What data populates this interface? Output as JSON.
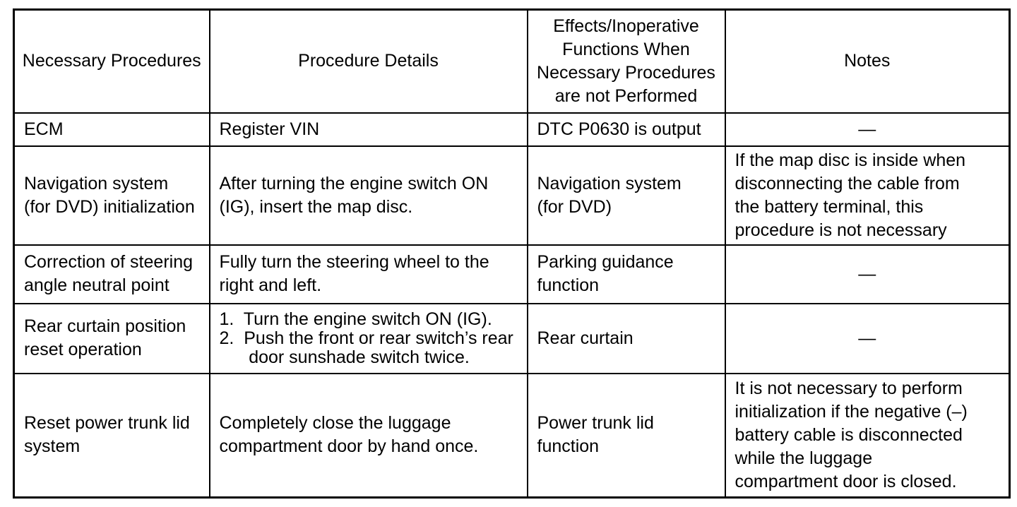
{
  "table": {
    "headers": {
      "necessary_procedures": "Necessary Procedures",
      "procedure_details": "Procedure Details",
      "effects": [
        "Effects/Inoperative",
        "Functions When",
        "Necessary Procedures",
        "are not Performed"
      ],
      "notes": "Notes"
    },
    "rows": [
      {
        "cells": [
          "ECM",
          "Register VIN",
          "DTC P0630 is output",
          "—"
        ]
      },
      {
        "cells": [
          [
            "Navigation system",
            "(for DVD) initialization"
          ],
          [
            "After turning the engine switch ON",
            "(IG), insert the map disc."
          ],
          [
            "Navigation system",
            "(for DVD)"
          ],
          [
            "If the map disc is inside when",
            "disconnecting the cable from",
            "the battery terminal, this",
            "procedure is not necessary"
          ]
        ]
      },
      {
        "cells": [
          [
            "Correction of steering",
            "angle neutral point"
          ],
          [
            "Fully turn the steering wheel to the",
            "right and left."
          ],
          [
            "Parking guidance",
            "function"
          ],
          "—"
        ]
      },
      {
        "cells": [
          [
            "Rear curtain position",
            "reset operation"
          ],
          [
            "1.  Turn the engine switch ON (IG).",
            "2.  Push the front or rear switch’s rear",
            "      door sunshade switch twice."
          ],
          "Rear curtain",
          "—"
        ]
      },
      {
        "cells": [
          [
            "Reset power trunk lid",
            "system"
          ],
          [
            "Completely close the luggage",
            "compartment door by hand once."
          ],
          [
            "Power trunk lid",
            "function"
          ],
          [
            "It is not necessary to perform",
            "initialization if the negative (–)",
            "battery cable is disconnected",
            "while the luggage",
            "compartment door is closed."
          ]
        ]
      }
    ]
  }
}
